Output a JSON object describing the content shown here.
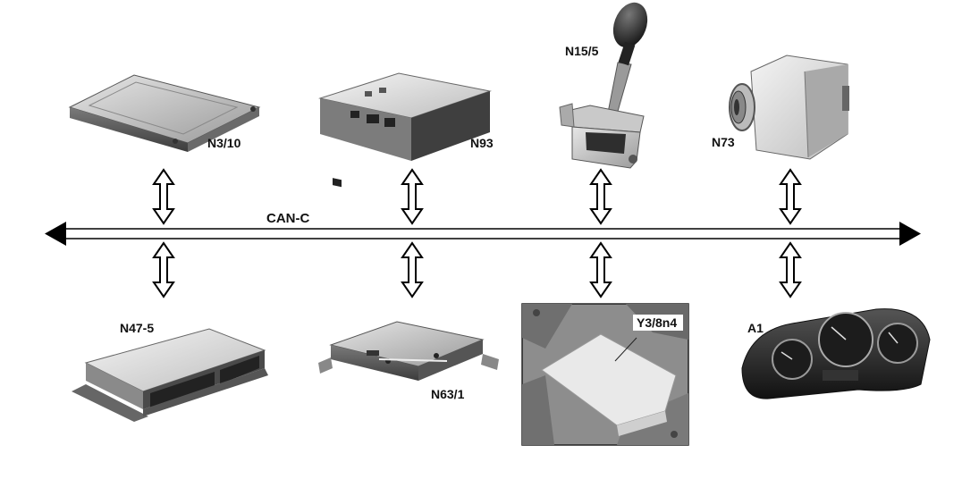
{
  "bus": {
    "label": "CAN-C"
  },
  "components": [
    {
      "id": "N3/10",
      "label": "N3/10",
      "icon": "engine-control-unit-icon"
    },
    {
      "id": "N93",
      "label": "N93",
      "icon": "control-module-icon"
    },
    {
      "id": "N15/5",
      "label": "N15/5",
      "icon": "gear-selector-icon"
    },
    {
      "id": "N73",
      "label": "N73",
      "icon": "ignition-switch-icon"
    },
    {
      "id": "N47-5",
      "label": "N47-5",
      "icon": "esp-control-unit-icon"
    },
    {
      "id": "N63/1",
      "label": "N63/1",
      "icon": "control-unit-icon"
    },
    {
      "id": "Y3/8n4",
      "label": "Y3/8n4",
      "icon": "transmission-control-icon"
    },
    {
      "id": "A1",
      "label": "A1",
      "icon": "instrument-cluster-icon"
    }
  ]
}
